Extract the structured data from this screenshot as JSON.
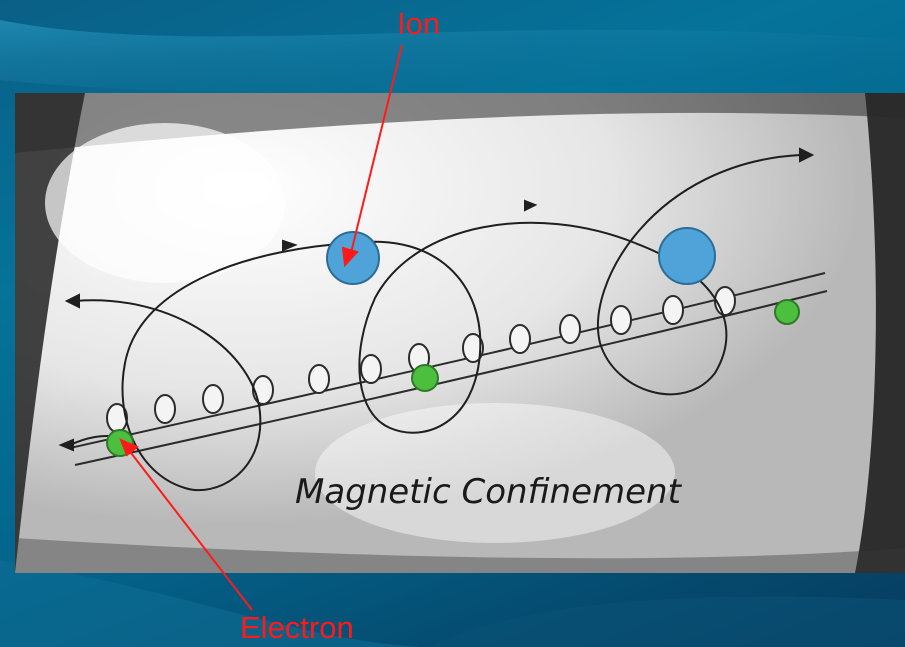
{
  "labels": {
    "ion": "Ion",
    "electron": "Electron"
  },
  "diagram": {
    "caption": "Magnetic Confinement"
  },
  "colors": {
    "label_red": "#ff1a1a",
    "ion_blue": "#4fa3d9",
    "electron_green": "#4cbf3f",
    "slide_teal": "#05739a"
  }
}
